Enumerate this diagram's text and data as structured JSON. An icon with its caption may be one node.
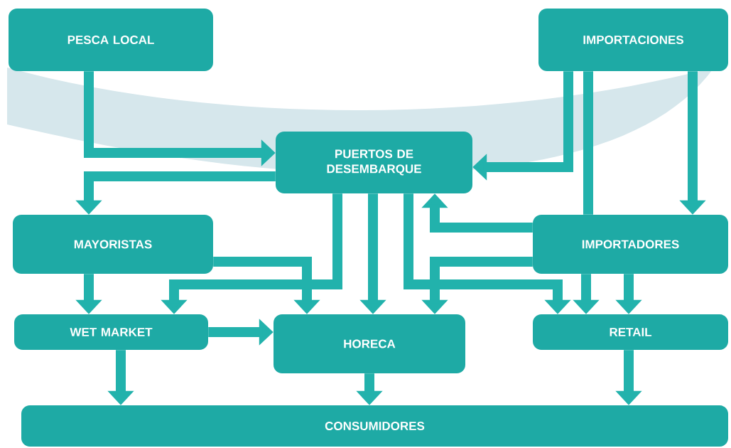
{
  "diagram": {
    "nodes": [
      {
        "text": [
          "PESCA LOCAL"
        ]
      },
      {
        "text": [
          "IMPORTACIONES"
        ]
      },
      {
        "text": [
          "PUERTOS DE DESEMBARQUE"
        ]
      },
      {
        "text": [
          "MAYORISTAS"
        ]
      },
      {
        "text": [
          "IMPORTADORES"
        ]
      },
      {
        "text": [
          "WET MARKET"
        ]
      },
      {
        "text": [
          "HORECA"
        ]
      },
      {
        "text": [
          "RETAIL"
        ]
      },
      {
        "text": [
          "CONSUMIDORES"
        ]
      }
    ],
    "edges": [
      {
        "from": 0,
        "to": 2,
        "arrow": "to"
      },
      {
        "from": 1,
        "to": 2,
        "arrow": "to"
      },
      {
        "from": 1,
        "to": 4,
        "arrow": "to"
      },
      {
        "from": 1,
        "to": 4,
        "arrow": "none"
      },
      {
        "from": 2,
        "to": 3,
        "arrow": "to"
      },
      {
        "from": 2,
        "to": 5,
        "arrow": "to"
      },
      {
        "from": 2,
        "to": 6,
        "arrow": "to"
      },
      {
        "from": 2,
        "to": 7,
        "arrow": "to"
      },
      {
        "from": 3,
        "to": 5,
        "arrow": "to"
      },
      {
        "from": 3,
        "to": 6,
        "arrow": "to"
      },
      {
        "from": 4,
        "to": 2,
        "arrow": "to"
      },
      {
        "from": 4,
        "to": 6,
        "arrow": "to"
      },
      {
        "from": 4,
        "to": 7,
        "arrow": "to"
      },
      {
        "from": 4,
        "to": 7,
        "arrow": "to"
      },
      {
        "from": 5,
        "to": 6,
        "arrow": "to"
      },
      {
        "from": 5,
        "to": 8,
        "arrow": "to"
      },
      {
        "from": 6,
        "to": 8,
        "arrow": "to"
      },
      {
        "from": 7,
        "to": 8,
        "arrow": "to"
      }
    ]
  }
}
